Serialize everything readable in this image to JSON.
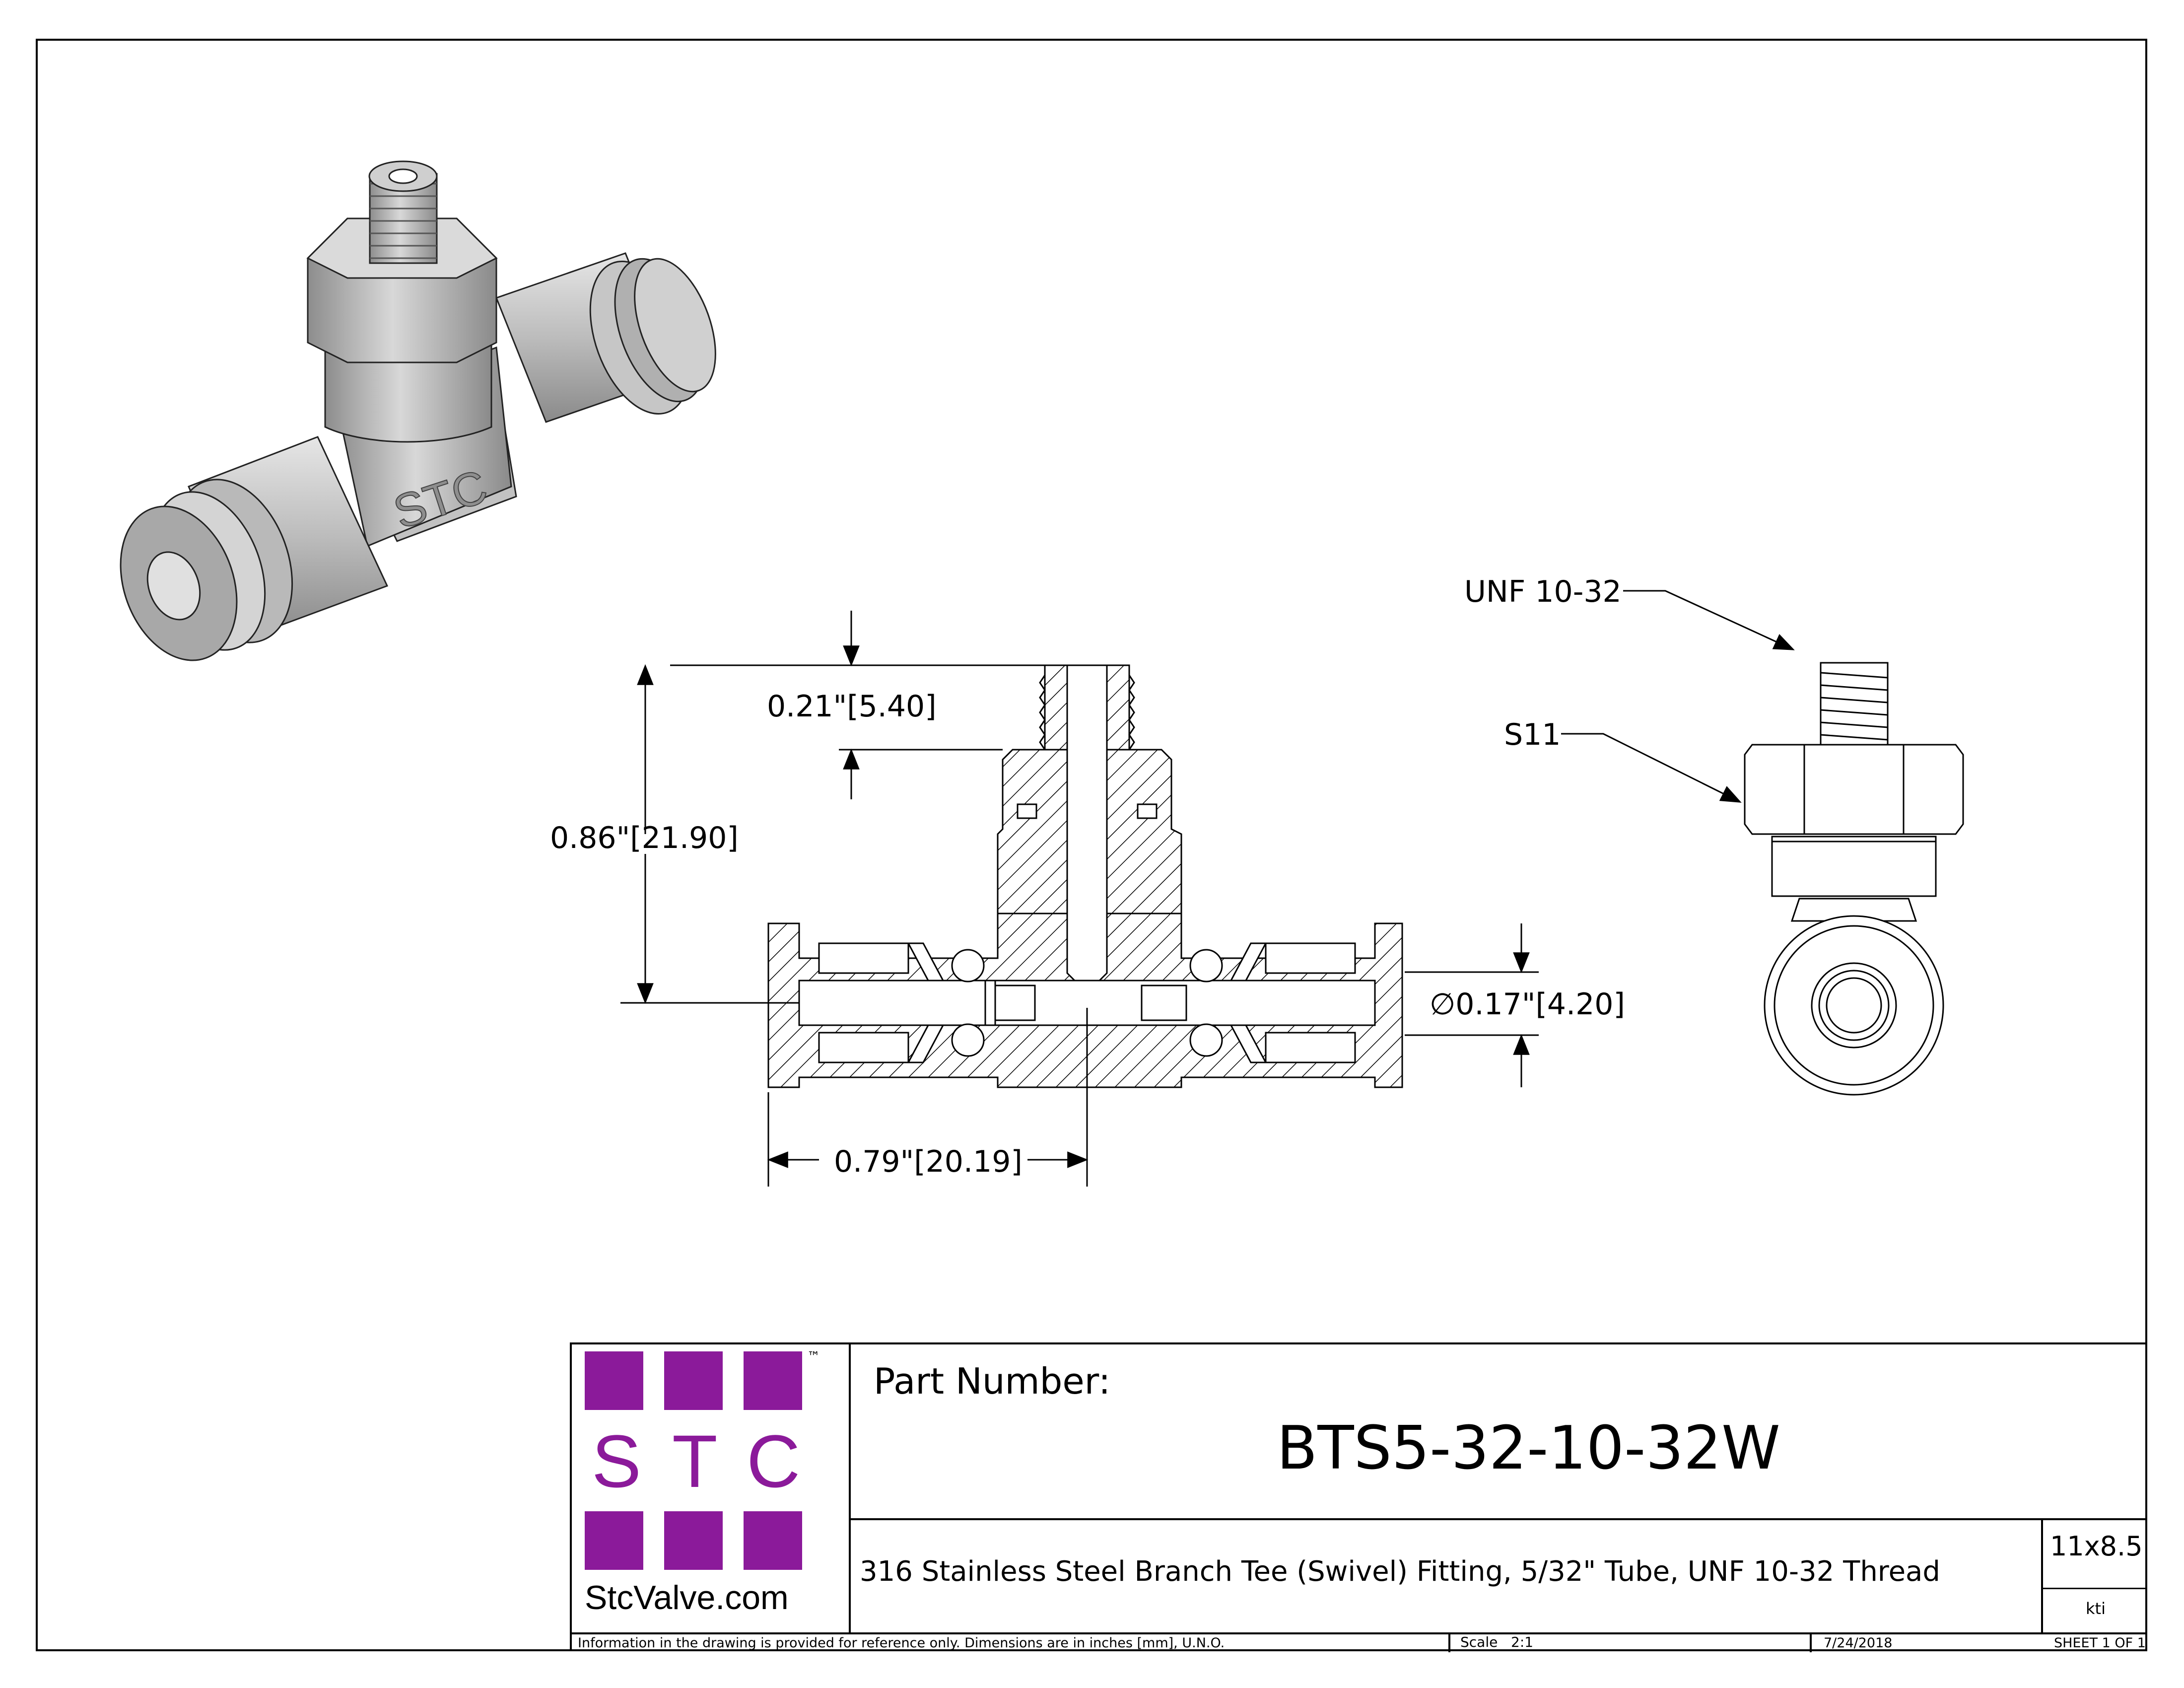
{
  "colors": {
    "logo_purple": "#8b1a9a",
    "line": "#000000",
    "body_gray": "#b9b9b9",
    "body_dark": "#7d7d7d",
    "body_light": "#e4e4e4"
  },
  "iso_view": {
    "marking": "STC"
  },
  "section_view": {
    "dim_top": "0.21\"[5.40]",
    "dim_height": "0.86\"[21.90]",
    "dim_bore": "∅0.17\"[4.20]",
    "dim_length": "0.79\"[20.19]"
  },
  "side_view": {
    "callout_thread": "UNF 10-32",
    "callout_hex": "S11"
  },
  "title_block": {
    "logo": {
      "text": "STC",
      "letters": [
        "S",
        "T",
        "C"
      ],
      "trademark": "™",
      "website": "StcValve.com"
    },
    "part_number_label": "Part Number:",
    "part_number": "BTS5-32-10-32W",
    "description": "316 Stainless Steel Branch Tee (Swivel) Fitting, 5/32\" Tube, UNF 10-32 Thread",
    "sheet_size": "11x8.5",
    "drawn_by": "kti",
    "disclaimer": "Information in the drawing is provided for reference only. Dimensions are in inches [mm], U.N.O.",
    "scale": "Scale   2:1",
    "date": "7/24/2018",
    "sheet": "SHEET 1 OF 1"
  }
}
